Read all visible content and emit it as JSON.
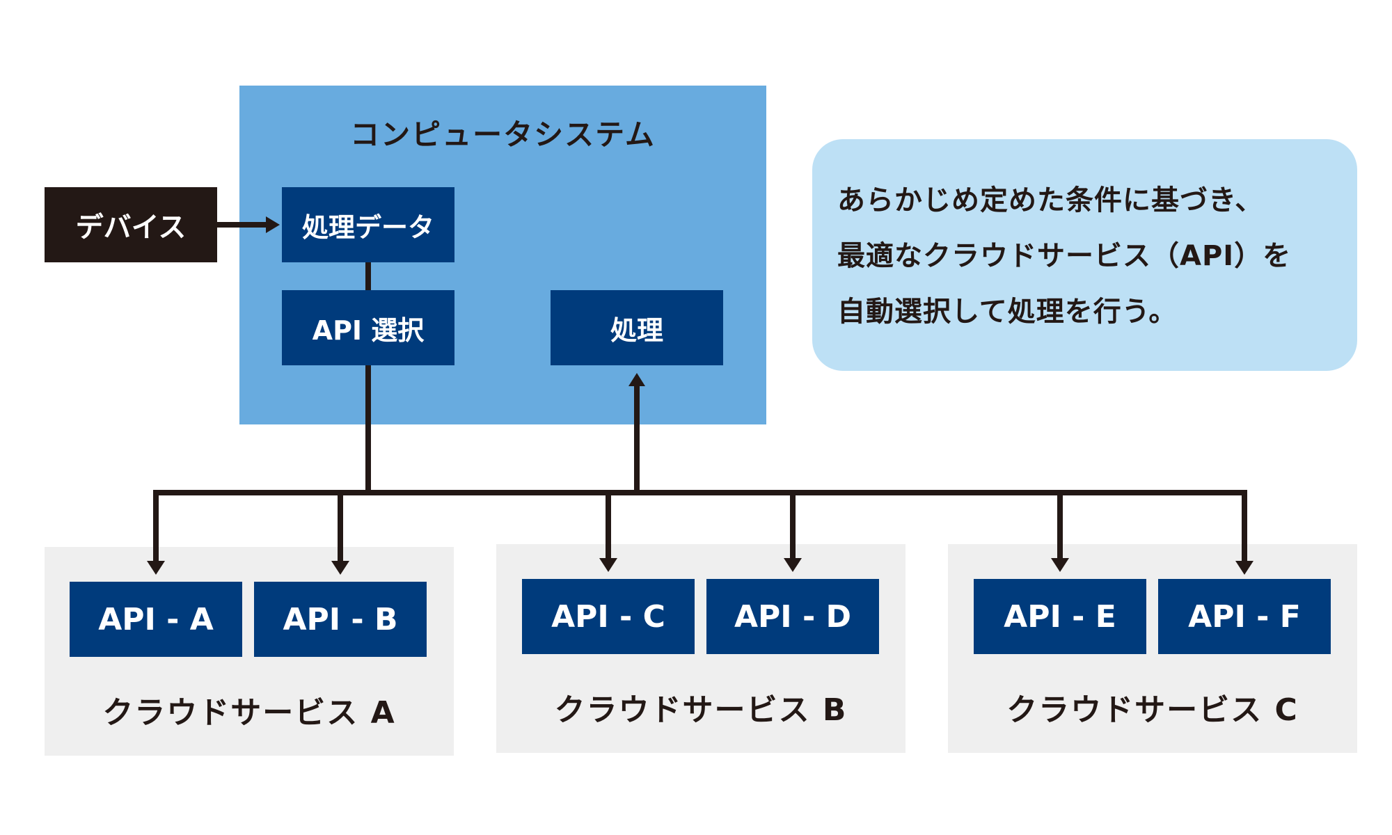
{
  "system": {
    "title": "コンピュータシステム",
    "data_label": "処理データ",
    "select_label": "API 選択",
    "process_label": "処理"
  },
  "device": {
    "label": "デバイス"
  },
  "note": {
    "lines": [
      "あらかじめ定めた条件に基づき、",
      "最適なクラウドサービス（API）を",
      "自動選択して処理を行う。"
    ]
  },
  "clouds": [
    {
      "label": "クラウドサービス A",
      "apis": [
        "API - A",
        "API - B"
      ]
    },
    {
      "label": "クラウドサービス B",
      "apis": [
        "API - C",
        "API - D"
      ]
    },
    {
      "label": "クラウドサービス C",
      "apis": [
        "API - E",
        "API - F"
      ]
    }
  ],
  "colors": {
    "system_bg": "#68abdf",
    "box_navy": "#003b7c",
    "box_dark": "#231815",
    "note_bg": "#bde0f5",
    "cloud_bg": "#efefef",
    "line": "#231815"
  }
}
